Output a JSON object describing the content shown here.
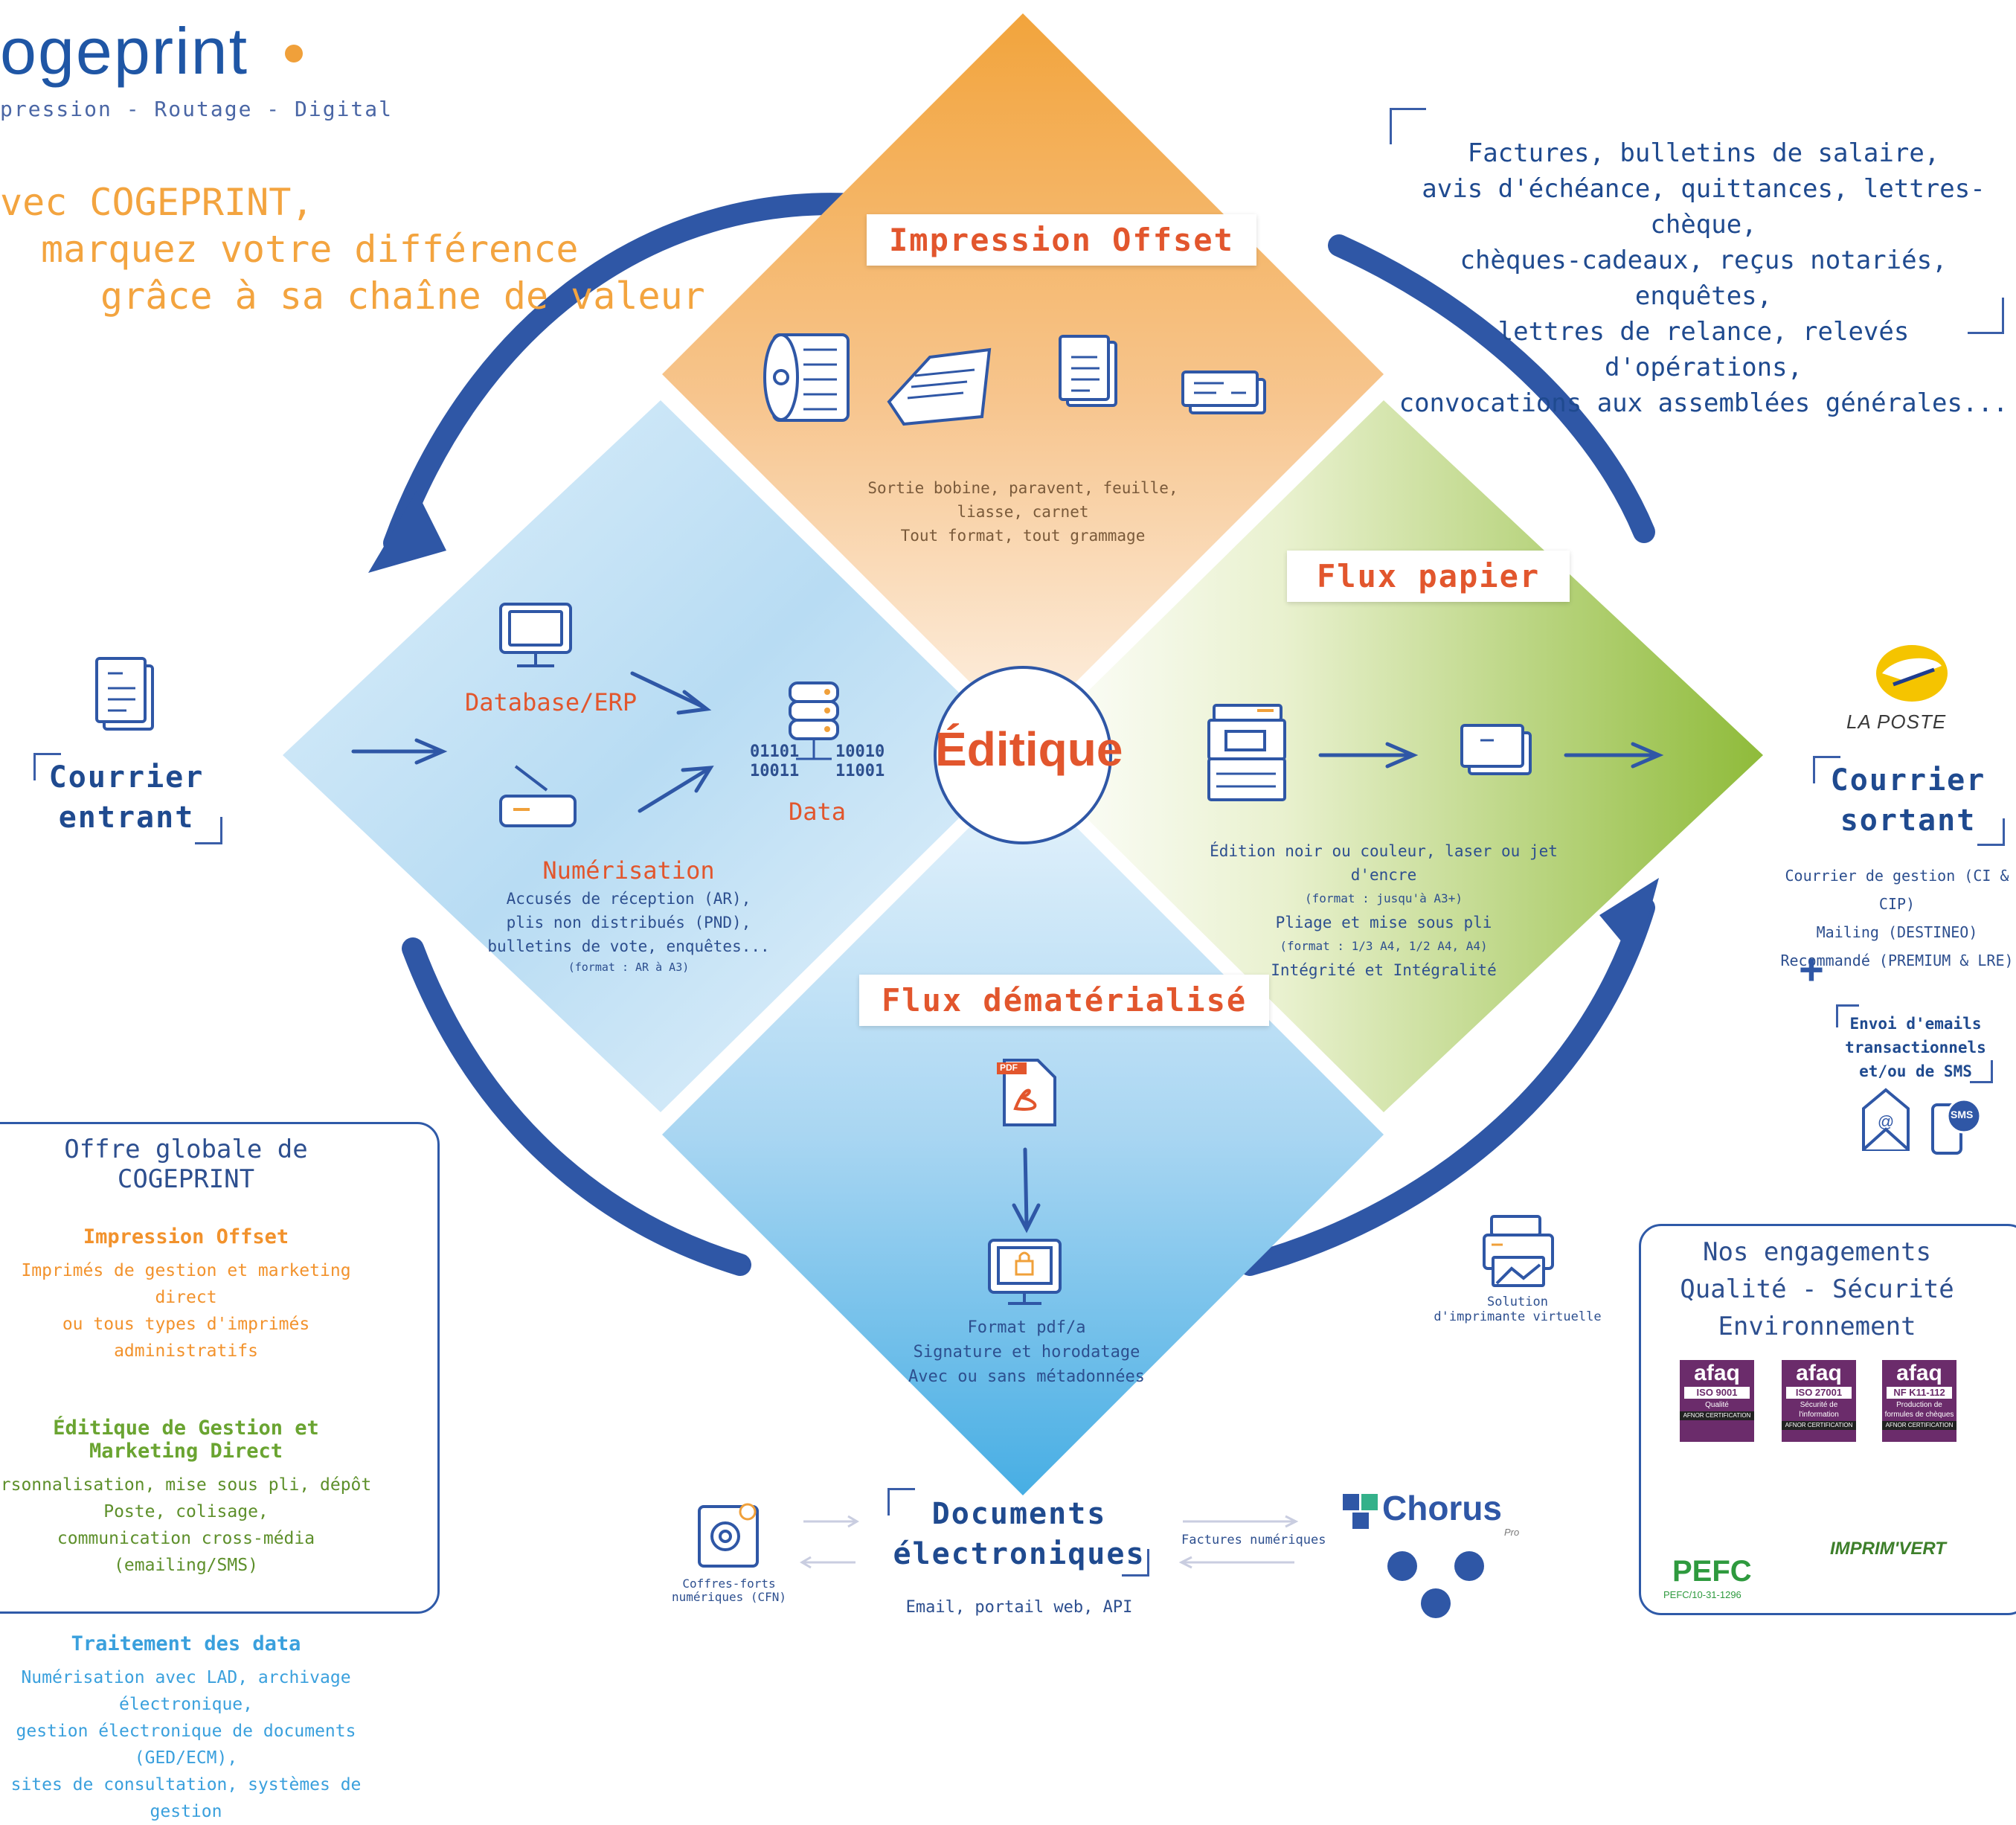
{
  "logo": {
    "name": "ogeprint",
    "tagline": "pression - Routage - Digital"
  },
  "slogan": {
    "line1": "vec COGEPRINT,",
    "line2": "marquez votre différence",
    "line3": "grâce à sa chaîne de valeur"
  },
  "quote_lines": [
    "Factures, bulletins de salaire,",
    "avis d'échéance, quittances, lettres-chèque,",
    "chèques-cadeaux, reçus notariés, enquêtes,",
    "lettres de relance, relevés d'opérations,",
    "convocations aux assemblées générales..."
  ],
  "center_label": "Éditique",
  "offset": {
    "title": "Impression Offset",
    "desc1": "Sortie bobine, paravent, feuille,",
    "desc2": "liasse, carnet",
    "desc3": "Tout format, tout grammage"
  },
  "papier": {
    "title": "Flux papier",
    "l1": "Édition noir ou couleur, laser ou jet d'encre",
    "l2": "(format : jusqu'à A3+)",
    "l3": "Pliage et mise sous pli",
    "l4": "(format : 1/3 A4, 1/2 A4, A4)",
    "l5": "Intégrité et Intégralité"
  },
  "entrant": {
    "database": "Database/ERP",
    "binary1": "01101",
    "binary2": "10011",
    "binary3": "10010",
    "binary4": "11001",
    "data": "Data",
    "numerisation": "Numérisation",
    "n1": "Accusés de réception (AR),",
    "n2": "plis non distribués (PND),",
    "n3": "bulletins de vote, enquêtes...",
    "n4": "(format : AR à A3)"
  },
  "demat": {
    "title": "Flux dématérialisé",
    "pdf_label": "PDF",
    "l1": "Format pdf/a",
    "l2": "Signature et horodatage",
    "l3": "Avec ou sans métadonnées"
  },
  "courrier_entrant": {
    "line1": "Courrier",
    "line2": "entrant"
  },
  "courrier_sortant": {
    "laposte": "LA POSTE",
    "line1": "Courrier",
    "line2": "sortant",
    "item1": "Courrier de gestion (CI & CIP)",
    "item2": "Mailing (DESTINEO)",
    "item3": "Recommandé (PREMIUM & LRE)",
    "plus": "+",
    "emails1": "Envoi d'emails",
    "emails2": "transactionnels",
    "emails3": "et/ou de SMS",
    "sms": "SMS"
  },
  "virtual_printer": {
    "line1": "Solution",
    "line2": "d'imprimante virtuelle"
  },
  "docs": {
    "line1": "Documents",
    "line2": "électroniques",
    "sub": "Email, portail web, API",
    "cfn1": "Coffres-forts",
    "cfn2": "numériques (CFN)",
    "factures": "Factures numériques",
    "chorus": "Chorus",
    "chorus_pro": "Pro"
  },
  "offre": {
    "title": "Offre globale de COGEPRINT",
    "h1": "Impression Offset",
    "t1a": "Imprimés de gestion et marketing direct",
    "t1b": "ou tous types d'imprimés administratifs",
    "h2": "Éditique de Gestion et Marketing Direct",
    "t2a": "rsonnalisation, mise sous pli, dépôt Poste, colisage,",
    "t2b": "communication cross-média (emailing/SMS)",
    "h3": "Traitement des data",
    "t3a": "Numérisation avec LAD, archivage électronique,",
    "t3b": "gestion électronique de documents (GED/ECM),",
    "t3c": "sites de consultation, systèmes de gestion"
  },
  "engagements": {
    "l1": "Nos engagements",
    "l2": "Qualité - Sécurité",
    "l3": "Environnement",
    "badges": [
      {
        "brand": "afaq",
        "norm": "ISO 9001",
        "sub": "Qualité",
        "foot": "AFNOR CERTIFICATION"
      },
      {
        "brand": "afaq",
        "norm": "ISO 27001",
        "sub": "Sécurité de l'information",
        "foot": "AFNOR CERTIFICATION"
      },
      {
        "brand": "afaq",
        "norm": "NF K11-112",
        "sub": "Production de formules de chèques",
        "foot": "AFNOR CERTIFICATION"
      }
    ],
    "pefc": "PEFC",
    "pefc_code": "PEFC/10-31-1296",
    "imprimvert": "IMPRIM'VERT"
  },
  "colors": {
    "navy": "#1f4a8f",
    "orange": "#f3a43f",
    "red": "#e2562d",
    "green": "#8ab83d",
    "sky": "#58b4e6"
  }
}
